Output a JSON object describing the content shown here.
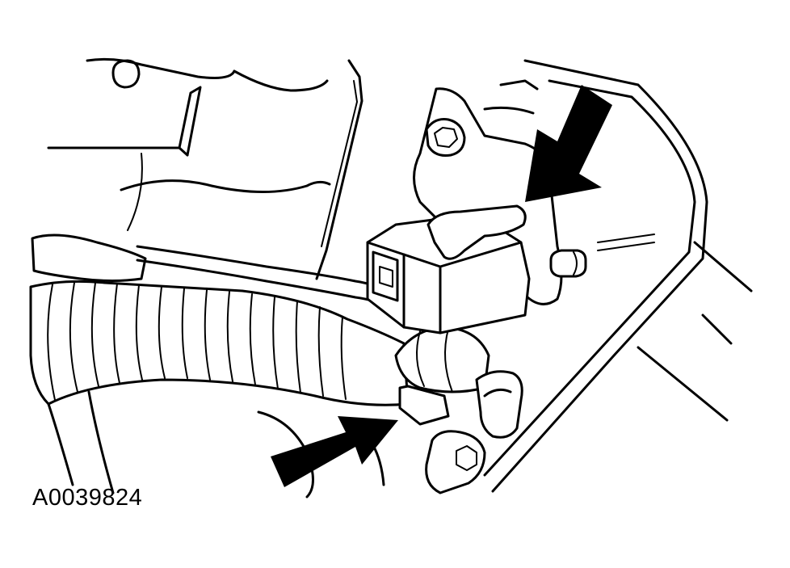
{
  "figure": {
    "caption": "A0039824",
    "callouts": [
      {
        "name": "upper-arrow",
        "points_to": "connector-lock-tab"
      },
      {
        "name": "lower-arrow",
        "points_to": "connector-retaining-clip"
      }
    ],
    "colors": {
      "line": "#000000",
      "background": "#ffffff"
    }
  }
}
